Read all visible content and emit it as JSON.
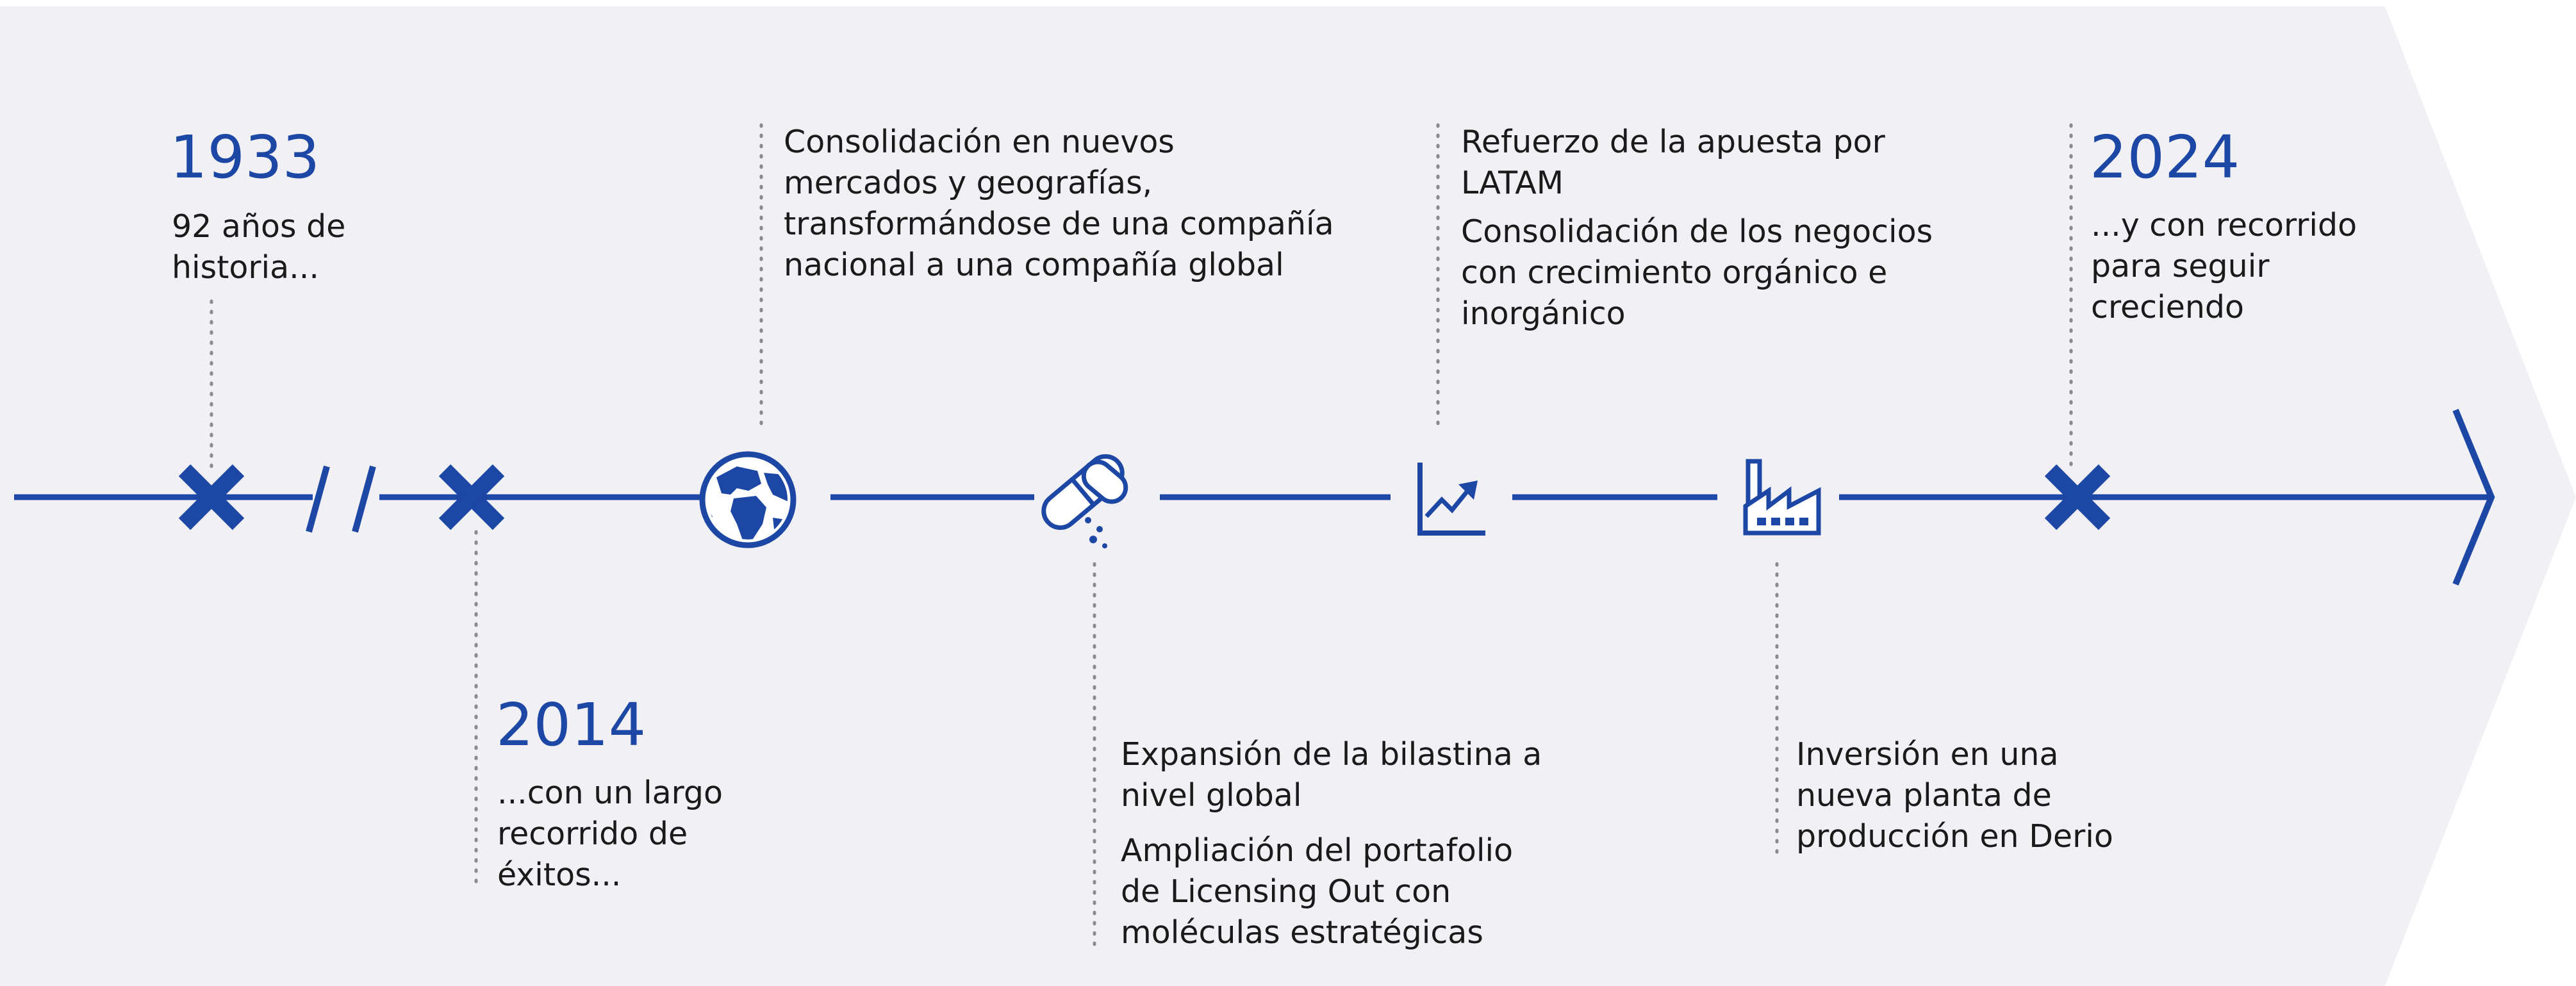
{
  "colors": {
    "accent": "#1d47a4",
    "background": "#f1f1f5",
    "dots": "#8a8a8a",
    "text": "#1a1a1a"
  },
  "milestones": [
    {
      "year": "1933",
      "lines": [
        "92 años de",
        "historia..."
      ]
    },
    {
      "year": "2014",
      "lines": [
        "...con un largo",
        "recorrido de",
        "éxitos..."
      ]
    },
    {
      "icon": "globe-icon",
      "lines": [
        "Consolidación en nuevos",
        "mercados y geografías,",
        "transformándose de una compañía",
        "nacional a una compañía global"
      ]
    },
    {
      "icon": "pills-icon",
      "lines": [
        "Expansión de la bilastina a",
        "nivel global"
      ],
      "lines2": [
        "Ampliación del portafolio",
        "de Licensing Out con",
        "moléculas estratégicas"
      ]
    },
    {
      "icon": "growth-chart-icon",
      "lines": [
        "Refuerzo de la apuesta por",
        "LATAM"
      ],
      "lines2": [
        "Consolidación de los negocios",
        "con crecimiento orgánico e",
        "inorgánico"
      ]
    },
    {
      "icon": "factory-icon",
      "lines": [
        "Inversión en una",
        "nueva planta de",
        "producción en Derio"
      ]
    },
    {
      "year": "2024",
      "lines": [
        "...y con recorrido",
        "para seguir",
        "creciendo"
      ]
    }
  ]
}
